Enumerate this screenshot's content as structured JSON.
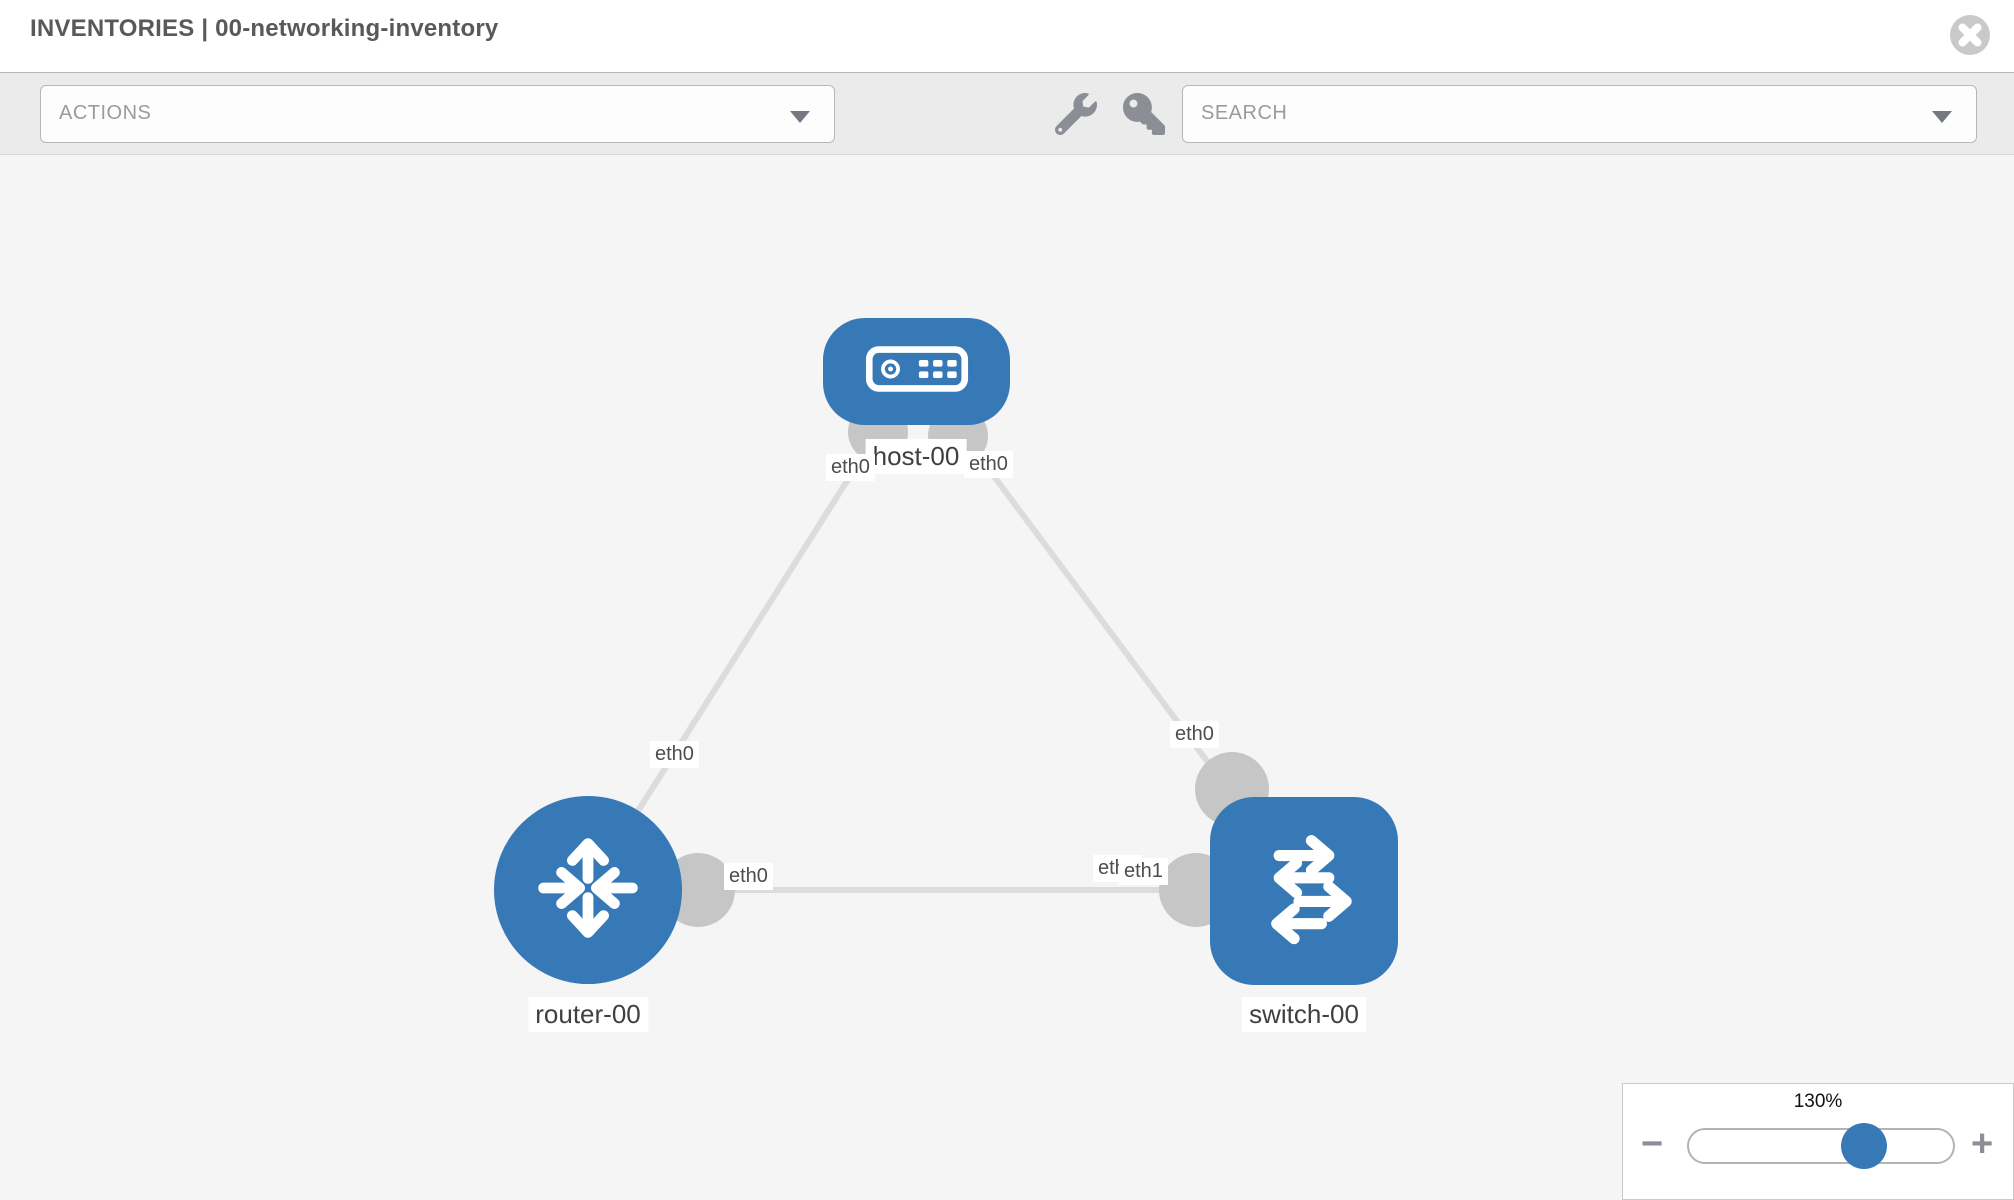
{
  "header": {
    "title": "INVENTORIES | 00-networking-inventory"
  },
  "toolbar": {
    "actions_placeholder": "ACTIONS",
    "search_placeholder": "SEARCH",
    "icons": [
      "wrench-icon",
      "key-icon"
    ]
  },
  "topology": {
    "nodes": [
      {
        "id": "host-00",
        "label": "host-00",
        "type": "host",
        "shape": "rounded-rect",
        "icon": "host-icon"
      },
      {
        "id": "router-00",
        "label": "router-00",
        "type": "router",
        "shape": "circle",
        "icon": "router-icon"
      },
      {
        "id": "switch-00",
        "label": "switch-00",
        "type": "switch",
        "shape": "rounded-square",
        "icon": "switch-icon"
      }
    ],
    "links": [
      {
        "id": "host-router",
        "from": "host-00",
        "to": "router-00",
        "from_interface": "eth0",
        "to_interface": "eth0"
      },
      {
        "id": "host-switch",
        "from": "host-00",
        "to": "switch-00",
        "from_interface": "eth0",
        "to_interface": "eth0"
      },
      {
        "id": "router-switch",
        "from": "router-00",
        "to": "switch-00",
        "from_interface": "eth0",
        "to_interface": "eth1",
        "to_interface_overlapped": "eth0"
      }
    ]
  },
  "zoom_control": {
    "level": "130%",
    "minus_label": "−",
    "plus_label": "+"
  },
  "colors": {
    "node_blue": "#3779b7",
    "link_gray": "#dcdcdc",
    "endpoint_gray": "#c6c6c6",
    "canvas_bg": "#f5f5f5",
    "toolbar_bg": "#ebebeb",
    "icon_gray": "#8b8e94",
    "header_text": "#595959"
  }
}
